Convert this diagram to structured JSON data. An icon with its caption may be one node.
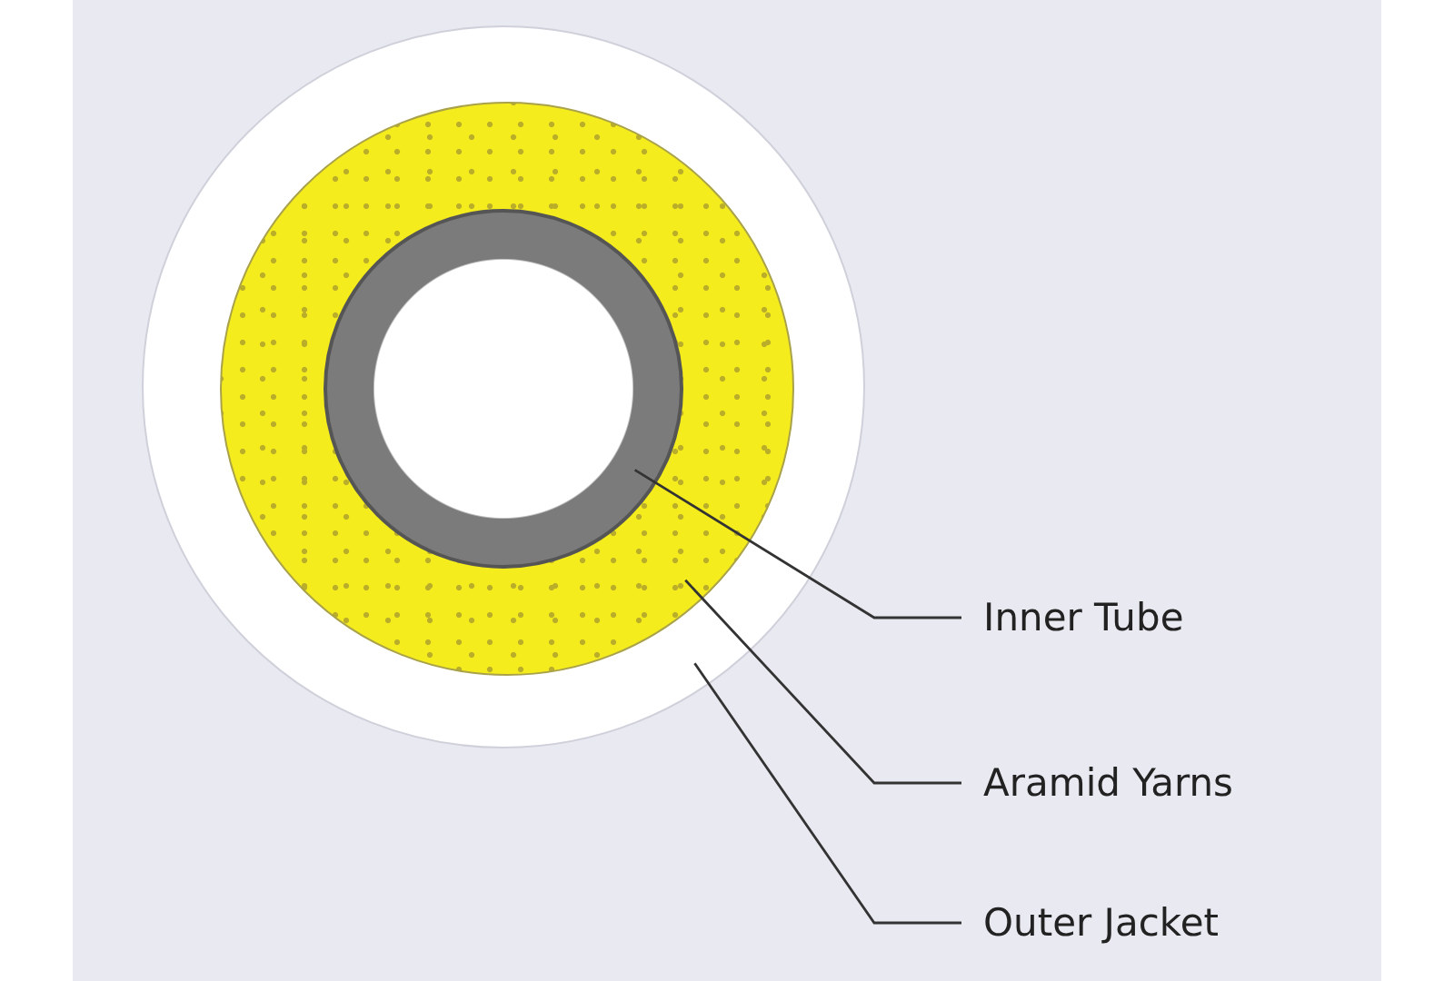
{
  "diagram": {
    "nodes": [
      {
        "text": [],
        "shape": "circle"
      },
      {
        "text": [],
        "shape": "circle",
        "in": 0
      },
      {
        "text": [],
        "shape": "circle",
        "in": 1
      },
      {
        "text": [
          "Inner Tube"
        ]
      },
      {
        "text": [
          "Aramid Yarns"
        ]
      },
      {
        "text": [
          "Outer Jacket"
        ]
      }
    ],
    "edges": [
      {
        "from": 3,
        "to": 2,
        "arrow": "none"
      },
      {
        "from": 4,
        "to": 1,
        "arrow": "none"
      },
      {
        "from": 5,
        "to": 0,
        "arrow": "none"
      }
    ]
  }
}
